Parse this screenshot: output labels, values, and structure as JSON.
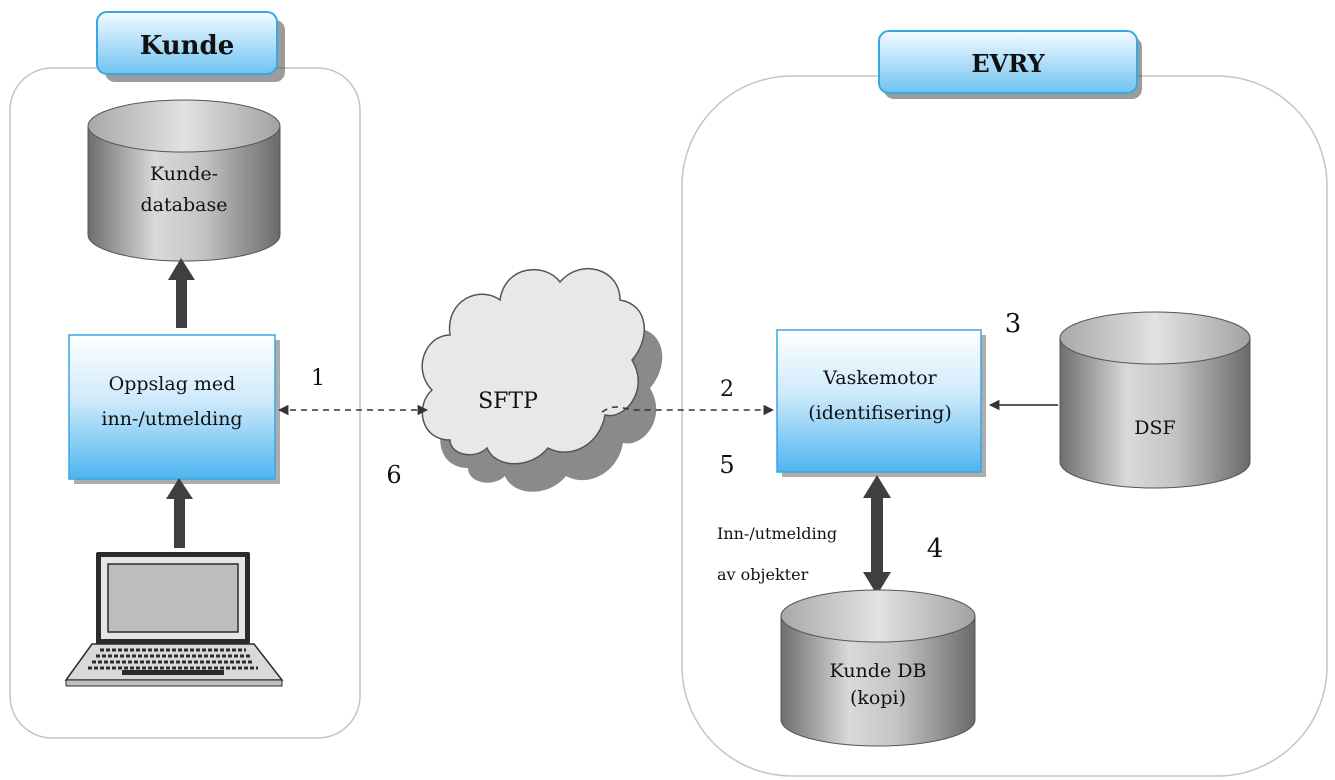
{
  "colors": {
    "box_fill_top": "#ffffff",
    "box_fill_bottom": "#4db5f0",
    "box_border": "#3aa6e0",
    "db_light": "#d8d8d8",
    "db_dark": "#7a7a7a",
    "cloud_fill": "#e6e6e6",
    "container_border": "#c4c4c4",
    "arrow": "#444444"
  },
  "zones": {
    "kunde": {
      "title": "Kunde"
    },
    "evry": {
      "title": "EVRY"
    }
  },
  "nodes": {
    "kunde_db": {
      "line1": "Kunde-",
      "line2": "database",
      "icon": "database-icon"
    },
    "oppslag": {
      "line1": "Oppslag med",
      "line2": "inn-/utmelding"
    },
    "laptop": {
      "icon": "laptop-icon"
    },
    "sftp": {
      "label": "SFTP",
      "icon": "cloud-icon"
    },
    "vaskemotor": {
      "line1": "Vaskemotor",
      "line2": "(identifisering)"
    },
    "dsf": {
      "label": "DSF",
      "icon": "database-icon"
    },
    "kunde_db_kopi": {
      "line1": "Kunde DB",
      "line2": "(kopi)",
      "icon": "database-icon"
    }
  },
  "edge_labels": {
    "inn_ut": {
      "line1": "Inn-/utmelding",
      "line2": "av objekter"
    }
  },
  "step_numbers": {
    "s1": "1",
    "s2": "2",
    "s3": "3",
    "s4": "4",
    "s5": "5",
    "s6": "6"
  }
}
